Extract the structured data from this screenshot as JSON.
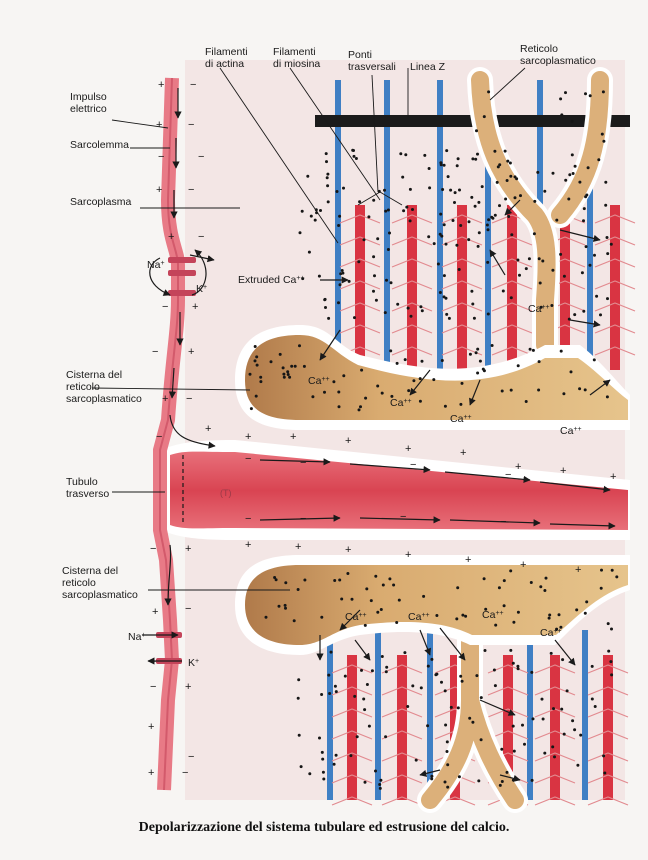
{
  "labels": {
    "impulso": [
      "Impulso",
      "elettrico"
    ],
    "sarcolemma": "Sarcolemma",
    "sarcoplasma": "Sarcoplasma",
    "actina": [
      "Filamenti",
      "di actina"
    ],
    "miosina": [
      "Filamenti",
      "di miosina"
    ],
    "ponti": [
      "Ponti",
      "trasversali"
    ],
    "linea_z": "Linea Z",
    "reticolo": [
      "Reticolo",
      "sarcoplasmatico"
    ],
    "extruded": "Extruded Ca",
    "cisterna_top": [
      "Cisterna del",
      "reticolo",
      "sarcoplasmatico"
    ],
    "tubulo": [
      "Tubulo",
      "trasverso"
    ],
    "cisterna_bottom": [
      "Cisterna del",
      "reticolo",
      "sarcoplasmatico"
    ],
    "it_tag": "(T)"
  },
  "ions": {
    "na": "Na",
    "k": "K",
    "ca": "Ca",
    "plus_sup": "+",
    "ca_sup": "++"
  },
  "signs": {
    "plus": "+",
    "minus": "−"
  },
  "caption": "Depolarizzazione del sistema tubulare ed estrusione del calcio.",
  "colors": {
    "membrane": "#e87a86",
    "membrane_dark": "#c4445a",
    "tubule": "#e0525e",
    "reticulum": "#d9ab70",
    "reticulum_light": "#f0d9a6",
    "actin": "#3f7fc4",
    "myosin": "#d93442",
    "z_line": "#1b1b1b",
    "cell_bg": "#f2e4e3"
  }
}
